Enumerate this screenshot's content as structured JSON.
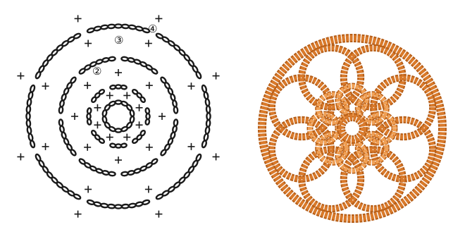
{
  "diagram": {
    "round_labels": [
      {
        "id": "round-2",
        "text": "②"
      },
      {
        "id": "round-3",
        "text": "③"
      },
      {
        "id": "round-4",
        "text": "④"
      }
    ]
  },
  "colors": {
    "stitch_ink": "#1a1a1a",
    "yarn_main": "#d97a2b",
    "yarn_shadow": "#b85f18",
    "yarn_highlight": "#f0a055",
    "background": "#ffffff"
  }
}
